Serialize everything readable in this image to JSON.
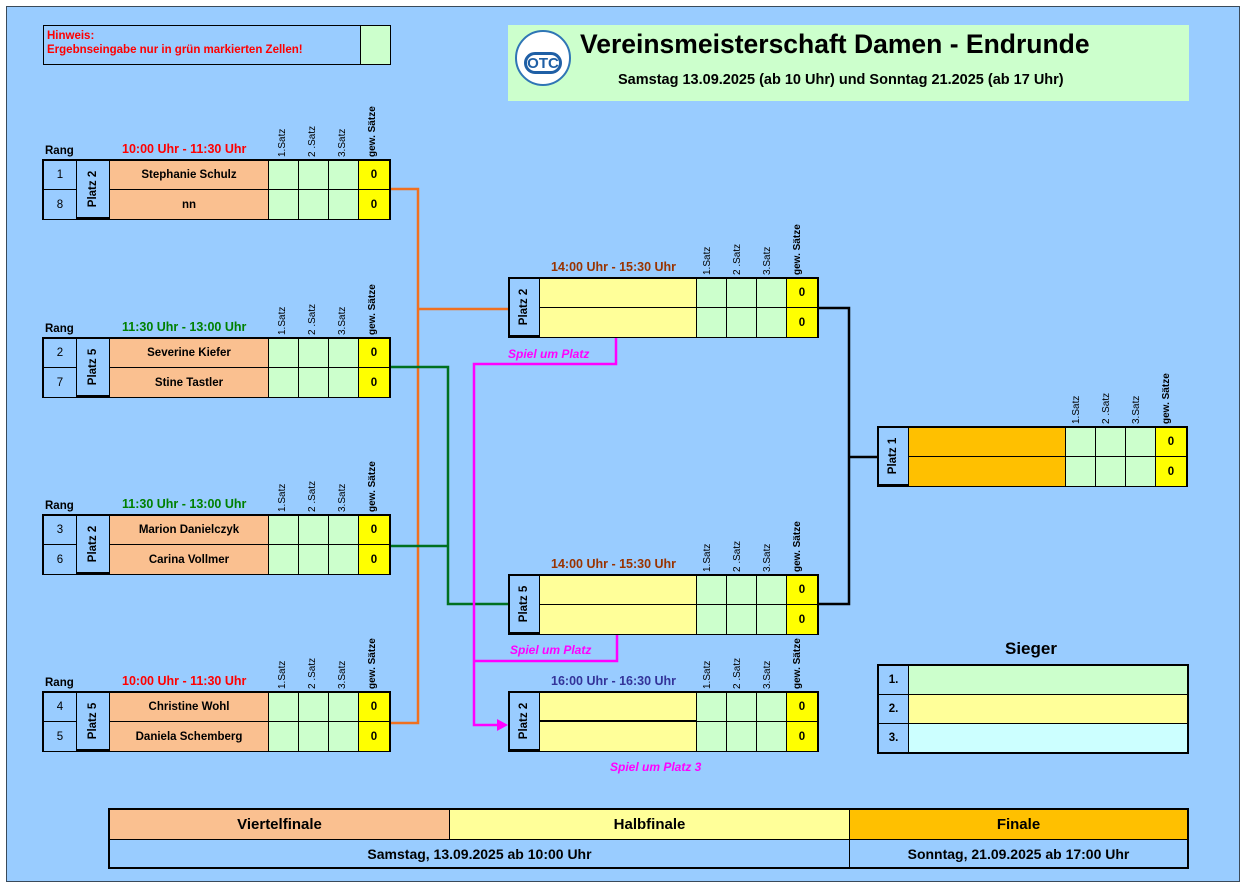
{
  "note": {
    "line1": "Hinweis:",
    "line2": "Ergebnseingabe nur in grün markierten Zellen!"
  },
  "header": {
    "logo": "OTC",
    "title": "Vereinsmeisterschaft Damen - Endrunde",
    "subtitle": "Samstag 13.09.2025 (ab 10 Uhr) und Sonntag 21.2025 (ab 17 Uhr)"
  },
  "columns": {
    "s1": "1.Satz",
    "s2": "2 .Satz",
    "s3": "3.Satz",
    "gew": "gew. Sätze"
  },
  "rang_label": "Rang",
  "quarterfinals": [
    {
      "time": "10:00 Uhr - 11:30 Uhr",
      "time_color": "#ff0000",
      "court": "Platz 2",
      "players": [
        {
          "rank": "1",
          "name": "Stephanie Schulz",
          "score": "0"
        },
        {
          "rank": "8",
          "name": "nn",
          "score": "0"
        }
      ]
    },
    {
      "time": "11:30 Uhr - 13:00 Uhr",
      "time_color": "#008000",
      "court": "Platz 5",
      "players": [
        {
          "rank": "2",
          "name": "Severine Kiefer",
          "score": "0"
        },
        {
          "rank": "7",
          "name": "Stine Tastler",
          "score": "0"
        }
      ]
    },
    {
      "time": "11:30 Uhr - 13:00 Uhr",
      "time_color": "#008000",
      "court": "Platz 2",
      "players": [
        {
          "rank": "3",
          "name": "Marion Danielczyk",
          "score": "0"
        },
        {
          "rank": "6",
          "name": "Carina Vollmer",
          "score": "0"
        }
      ]
    },
    {
      "time": "10:00 Uhr - 11:30 Uhr",
      "time_color": "#ff0000",
      "court": "Platz 5",
      "players": [
        {
          "rank": "4",
          "name": "Christine Wohl",
          "score": "0"
        },
        {
          "rank": "5",
          "name": "Daniela Schemberg",
          "score": "0"
        }
      ]
    }
  ],
  "semifinals": [
    {
      "time": "14:00 Uhr - 15:30 Uhr",
      "time_color": "#993300",
      "court": "Platz 2",
      "scores": [
        "0",
        "0"
      ],
      "loser_label": "Spiel um Platz"
    },
    {
      "time": "14:00 Uhr - 15:30 Uhr",
      "time_color": "#993300",
      "court": "Platz 5",
      "scores": [
        "0",
        "0"
      ],
      "loser_label": "Spiel um Platz"
    }
  ],
  "third_place": {
    "time": "16:00 Uhr - 16:30 Uhr",
    "time_color": "#333399",
    "court": "Platz 2",
    "scores": [
      "0",
      "0"
    ],
    "label": "Spiel um Platz 3"
  },
  "final": {
    "court": "Platz 1",
    "scores": [
      "0",
      "0"
    ]
  },
  "winners": {
    "title": "Sieger",
    "places": [
      "1.",
      "2.",
      "3."
    ]
  },
  "legend": {
    "viertelfinale": "Viertelfinale",
    "halbfinale": "Halbfinale",
    "finale": "Finale",
    "date_sat": "Samstag, 13.09.2025 ab 10:00 Uhr",
    "date_sun": "Sonntag, 21.09.2025 ab 17:00 Uhr"
  },
  "colors": {
    "background": "#99ccff",
    "input_green": "#ccffcc",
    "score_yellow": "#ffff00",
    "quarter_orange": "#fac090",
    "semi_yellow": "#ffff99",
    "final_gold": "#ffc000",
    "third_cyan": "#ccffff",
    "line_orange": "#f07020",
    "line_green": "#007020",
    "line_magenta": "#ff00ff",
    "line_black": "#000000"
  }
}
